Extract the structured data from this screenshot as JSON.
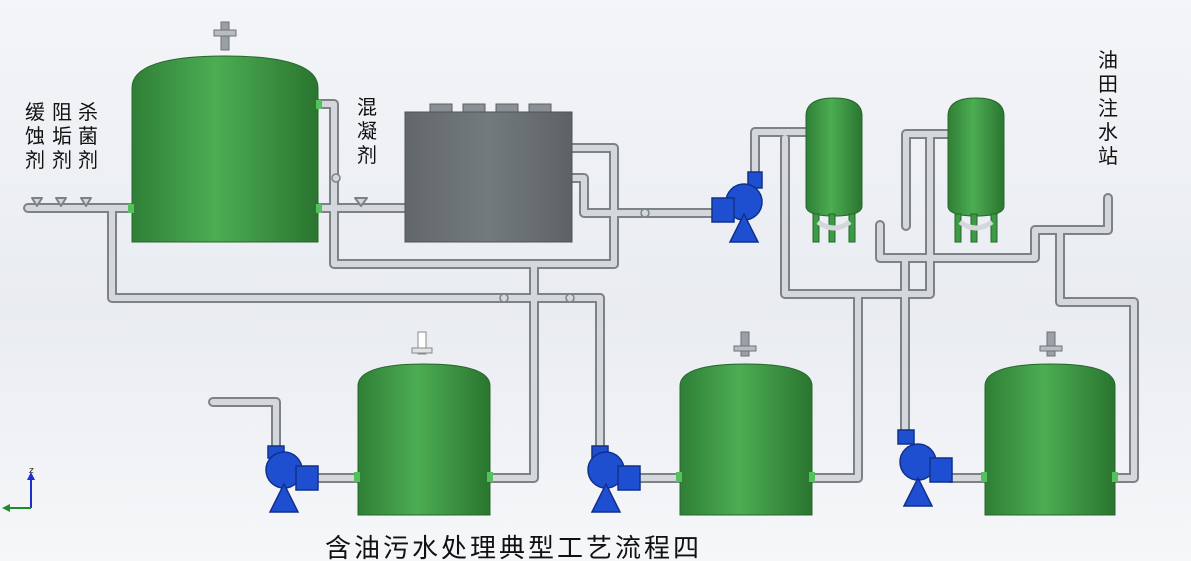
{
  "title": "含油污水处理典型工艺流程四",
  "labels": {
    "corrosion_inhibitor": "缓\n蚀\n剂",
    "scale_inhibitor": "阻\n垢\n剂",
    "bactericide": "杀\n菌\n剂",
    "coagulant": "混\n凝\n剂",
    "injection_station": "油\n田\n注\n水\n站"
  },
  "axis_label": "z",
  "colors": {
    "tank": "#3d9a45",
    "pump": "#1f4fd1",
    "pipe": "#c8ccd0",
    "box": "#6b7175"
  }
}
